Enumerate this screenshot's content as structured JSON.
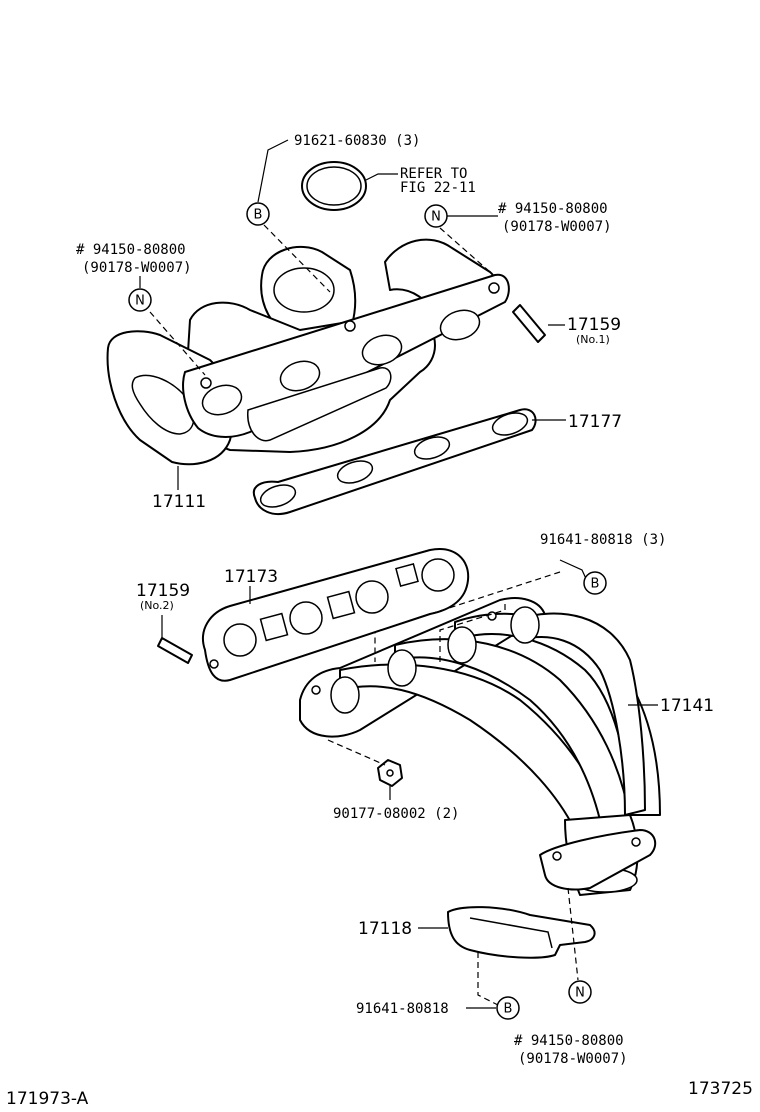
{
  "callouts": {
    "b_top": {
      "letter": "B",
      "part": "91621-60830 (3)"
    },
    "refer": {
      "line1": "REFER TO",
      "line2": "FIG 22-11"
    },
    "n_top_right": {
      "letter": "N",
      "line1": "# 94150-80800",
      "line2": "(90178-W0007)"
    },
    "n_top_left": {
      "letter": "N",
      "line1": "# 94150-80800",
      "line2": "(90178-W0007)"
    },
    "stud_no1": {
      "part": "17159",
      "note": "(No.1)"
    },
    "gasket_upper": {
      "part": "17177"
    },
    "manifold": {
      "part": "17111"
    },
    "b_mid": {
      "letter": "B",
      "part": "91641-80818 (3)"
    },
    "stud_no2": {
      "part": "17159",
      "note": "(No.2)"
    },
    "gasket_lower": {
      "part": "17173"
    },
    "exhaust_pipe": {
      "part": "17141"
    },
    "nut": {
      "part": "90177-08002 (2)"
    },
    "bracket": {
      "part": "17118"
    },
    "b_bottom": {
      "letter": "B",
      "part": "91641-80818"
    },
    "n_bottom": {
      "letter": "N",
      "line1": "# 94150-80800",
      "line2": "(90178-W0007)"
    }
  },
  "footer": {
    "left_code": "171973-A",
    "right_code": "173725"
  }
}
